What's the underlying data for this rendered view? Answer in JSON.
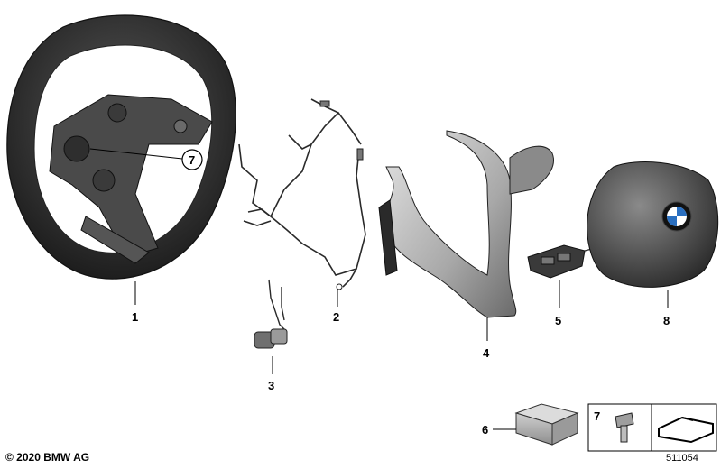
{
  "callouts": {
    "steering_wheel": "1",
    "wiring_harness": "2",
    "connector_unit": "3",
    "trim_cover": "4",
    "switch_unit": "5",
    "small_part": "6",
    "screw": "7",
    "wheel_screw_marker": "7",
    "airbag": "8"
  },
  "footer": {
    "copyright": "© 2020 BMW AG",
    "reference_number": "511054"
  },
  "colors": {
    "part_dark": "#3a3a3a",
    "part_mid": "#6d6d6d",
    "part_light": "#b5b5b5",
    "line": "#000000"
  }
}
